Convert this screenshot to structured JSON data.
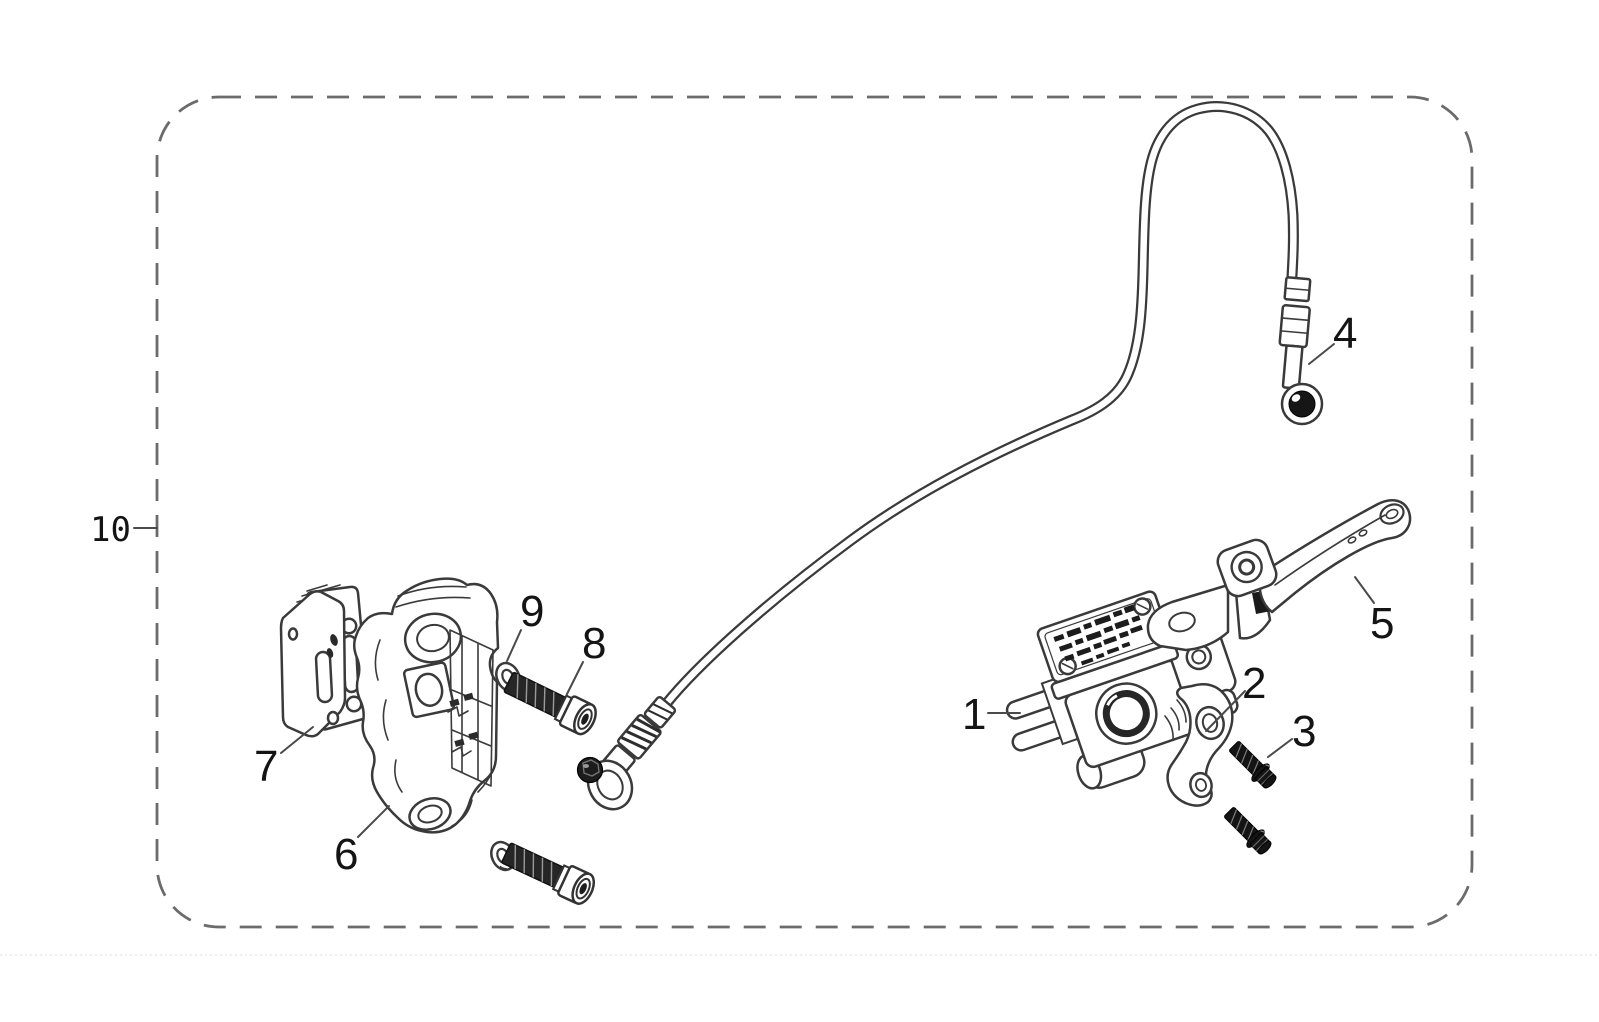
{
  "figure": {
    "kind": "exploded-parts-diagram",
    "background": "#ffffff",
    "line_color": "#3a3a3a",
    "dark_fill": "#1c1c1c",
    "border_dash_color": "#6b6b6b",
    "label_color": "#141414"
  },
  "callouts": [
    {
      "label": "1",
      "part": "master-cylinder"
    },
    {
      "label": "2",
      "part": "lever-clamp"
    },
    {
      "label": "3",
      "part": "clamp-flange-bolts"
    },
    {
      "label": "4",
      "part": "brake-hose"
    },
    {
      "label": "5",
      "part": "brake-lever"
    },
    {
      "label": "6",
      "part": "brake-caliper"
    },
    {
      "label": "7",
      "part": "brake-pads"
    },
    {
      "label": "8",
      "part": "caliper-socket-bolts"
    },
    {
      "label": "9",
      "part": "washers"
    },
    {
      "label": "10",
      "part": "assembly-boundary"
    }
  ]
}
